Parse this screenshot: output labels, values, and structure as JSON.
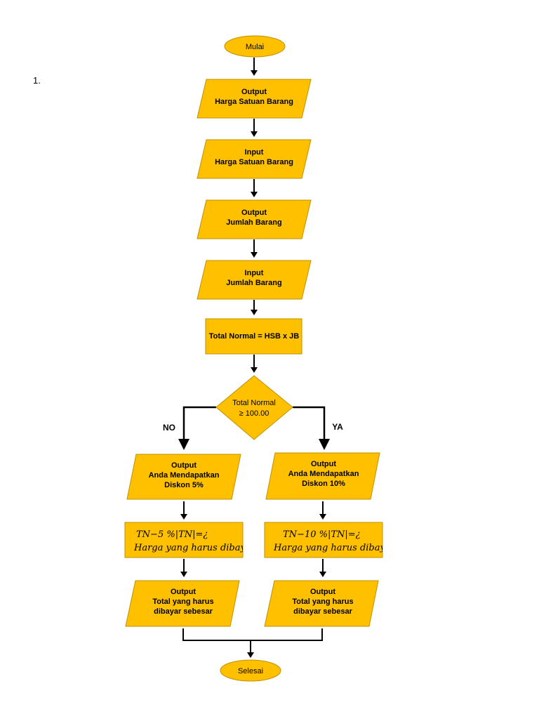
{
  "list_marker": "1.",
  "flowchart": {
    "start": "Mulai",
    "step1": [
      "Output",
      "Harga Satuan Barang"
    ],
    "step2": [
      "Input",
      "Harga Satuan Barang"
    ],
    "step3": [
      "Output",
      "Jumlah Barang"
    ],
    "step4": [
      "Input",
      "Jumlah Barang"
    ],
    "process": "Total Normal = HSB x JB",
    "decision": [
      "Total Normal",
      "≥ 100.00"
    ],
    "branch_no": "NO",
    "branch_yes": "YA",
    "left": {
      "output_discount": [
        "Output",
        "Anda Mendapatkan",
        "Diskon 5%"
      ],
      "formula_line1": "TN−5 %|TN|=¿",
      "formula_line2": "Harga yang harus dibayar",
      "output_total": [
        "Output",
        "Total yang harus",
        "dibayar sebesar"
      ]
    },
    "right": {
      "output_discount": [
        "Output",
        "Anda Mendapatkan",
        "Diskon 10%"
      ],
      "formula_line1": "TN−10 %|TN|=¿",
      "formula_line2": "Harga yang harus dibayar",
      "output_total": [
        "Output",
        "Total yang harus",
        "dibayar sebesar"
      ]
    },
    "end": "Selesai"
  },
  "colors": {
    "shape_fill": "#FFC000",
    "shape_border": "#BF9000",
    "connector": "#000000"
  }
}
